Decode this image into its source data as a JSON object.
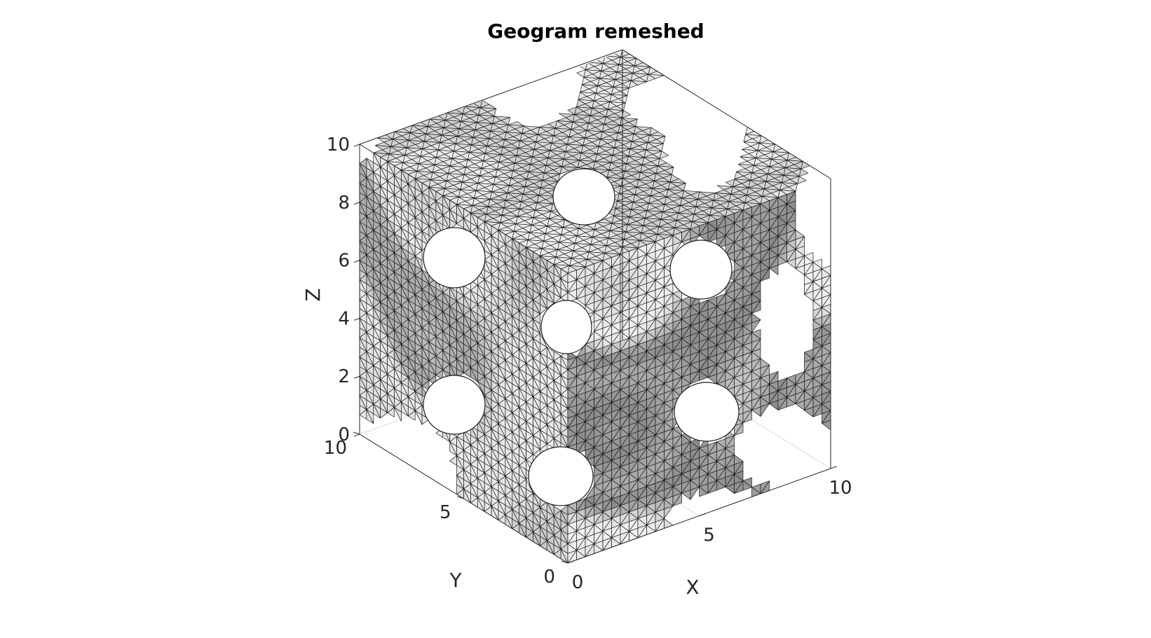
{
  "chart_data": {
    "type": "surface",
    "title": "Geogram remeshed",
    "xlabel": "X",
    "ylabel": "Y",
    "zlabel": "Z",
    "xlim": [
      0,
      10
    ],
    "ylim": [
      0,
      10
    ],
    "zlim": [
      0,
      10
    ],
    "xticks": [
      "0",
      "5",
      "10"
    ],
    "yticks": [
      "0",
      "5",
      "10"
    ],
    "zticks": [
      "0",
      "2",
      "4",
      "6",
      "8",
      "10"
    ],
    "grid": true,
    "view": "isometric 3D",
    "surface": "gyroid-like triply periodic minimal surface, triangulated mesh",
    "colors": {
      "face_light": "#f2f2f2",
      "face_dark": "#6e6e6e",
      "edge": "#1a1a1a",
      "box": "#262626",
      "grid": "#dcdcdc"
    }
  }
}
